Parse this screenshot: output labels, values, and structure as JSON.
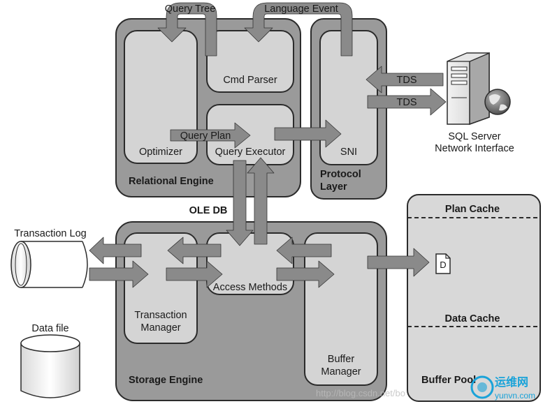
{
  "arrows_top": {
    "query_tree": "Query Tree",
    "language_event": "Language Event"
  },
  "relational_engine": {
    "title": "Relational Engine",
    "optimizer": "Optimizer",
    "cmd_parser": "Cmd Parser",
    "query_executor": "Query Executor",
    "query_plan": "Query Plan"
  },
  "protocol_layer": {
    "title_line1": "Protocol",
    "title_line2": "Layer",
    "sni": "SNI"
  },
  "network": {
    "tds_in": "TDS",
    "tds_out": "TDS",
    "server_label_line1": "SQL Server",
    "server_label_line2": "Network Interface"
  },
  "ole_db": "OLE DB",
  "storage_engine": {
    "title": "Storage Engine",
    "transaction_manager_line1": "Transaction",
    "transaction_manager_line2": "Manager",
    "access_methods": "Access Methods",
    "buffer_manager_line1": "Buffer",
    "buffer_manager_line2": "Manager"
  },
  "transaction_log": "Transaction Log",
  "data_file": "Data file",
  "buffer_pool": {
    "title": "Buffer Pool",
    "plan_cache": "Plan Cache",
    "data_cache": "Data Cache",
    "page_letter": "D"
  },
  "watermark": {
    "url_text": "http://blog.csdn.net/bo",
    "brand_cn": "运维网",
    "brand_en": "yunvn.com"
  },
  "colors": {
    "outer_box": "#9a9a9a",
    "inner_box": "#d4d4d4",
    "arrow": "#8a8a8a",
    "buffer_pool": "#d8d8d8",
    "stroke": "#2b2b2b",
    "brand": "#1aa3d9"
  }
}
